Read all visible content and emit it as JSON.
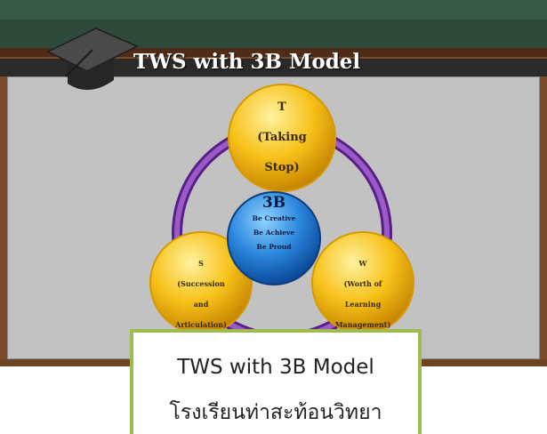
{
  "slide": {
    "title": "TWS with 3B Model",
    "icon": "graduation-cap-icon"
  },
  "diagram": {
    "top_node": {
      "line1": "T",
      "line2": "(Taking",
      "line3": "Stop)"
    },
    "left_node": {
      "line1": "S",
      "line2": "(Succession",
      "line3": "and",
      "line4": "Articulation)"
    },
    "right_node": {
      "line1": "W",
      "line2": "(Worth of",
      "line3": "Learning",
      "line4": "Management)"
    },
    "center_node": {
      "title": "3B",
      "line1": "Be Creative",
      "line2": "Be Achieve",
      "line3": "Be Proud"
    }
  },
  "caption": {
    "line1": "TWS with 3B Model",
    "line2": "โรงเรียนท่าสะท้อนวิทยา"
  },
  "colors": {
    "board": "#2f4a3a",
    "frame": "#7b4a2a",
    "slate": "#c2c2c2",
    "node_gold": "#f7b800",
    "center_blue": "#1a7ad0",
    "ring_purple": "#7a3aa8",
    "caption_border": "#9dbb4f"
  }
}
